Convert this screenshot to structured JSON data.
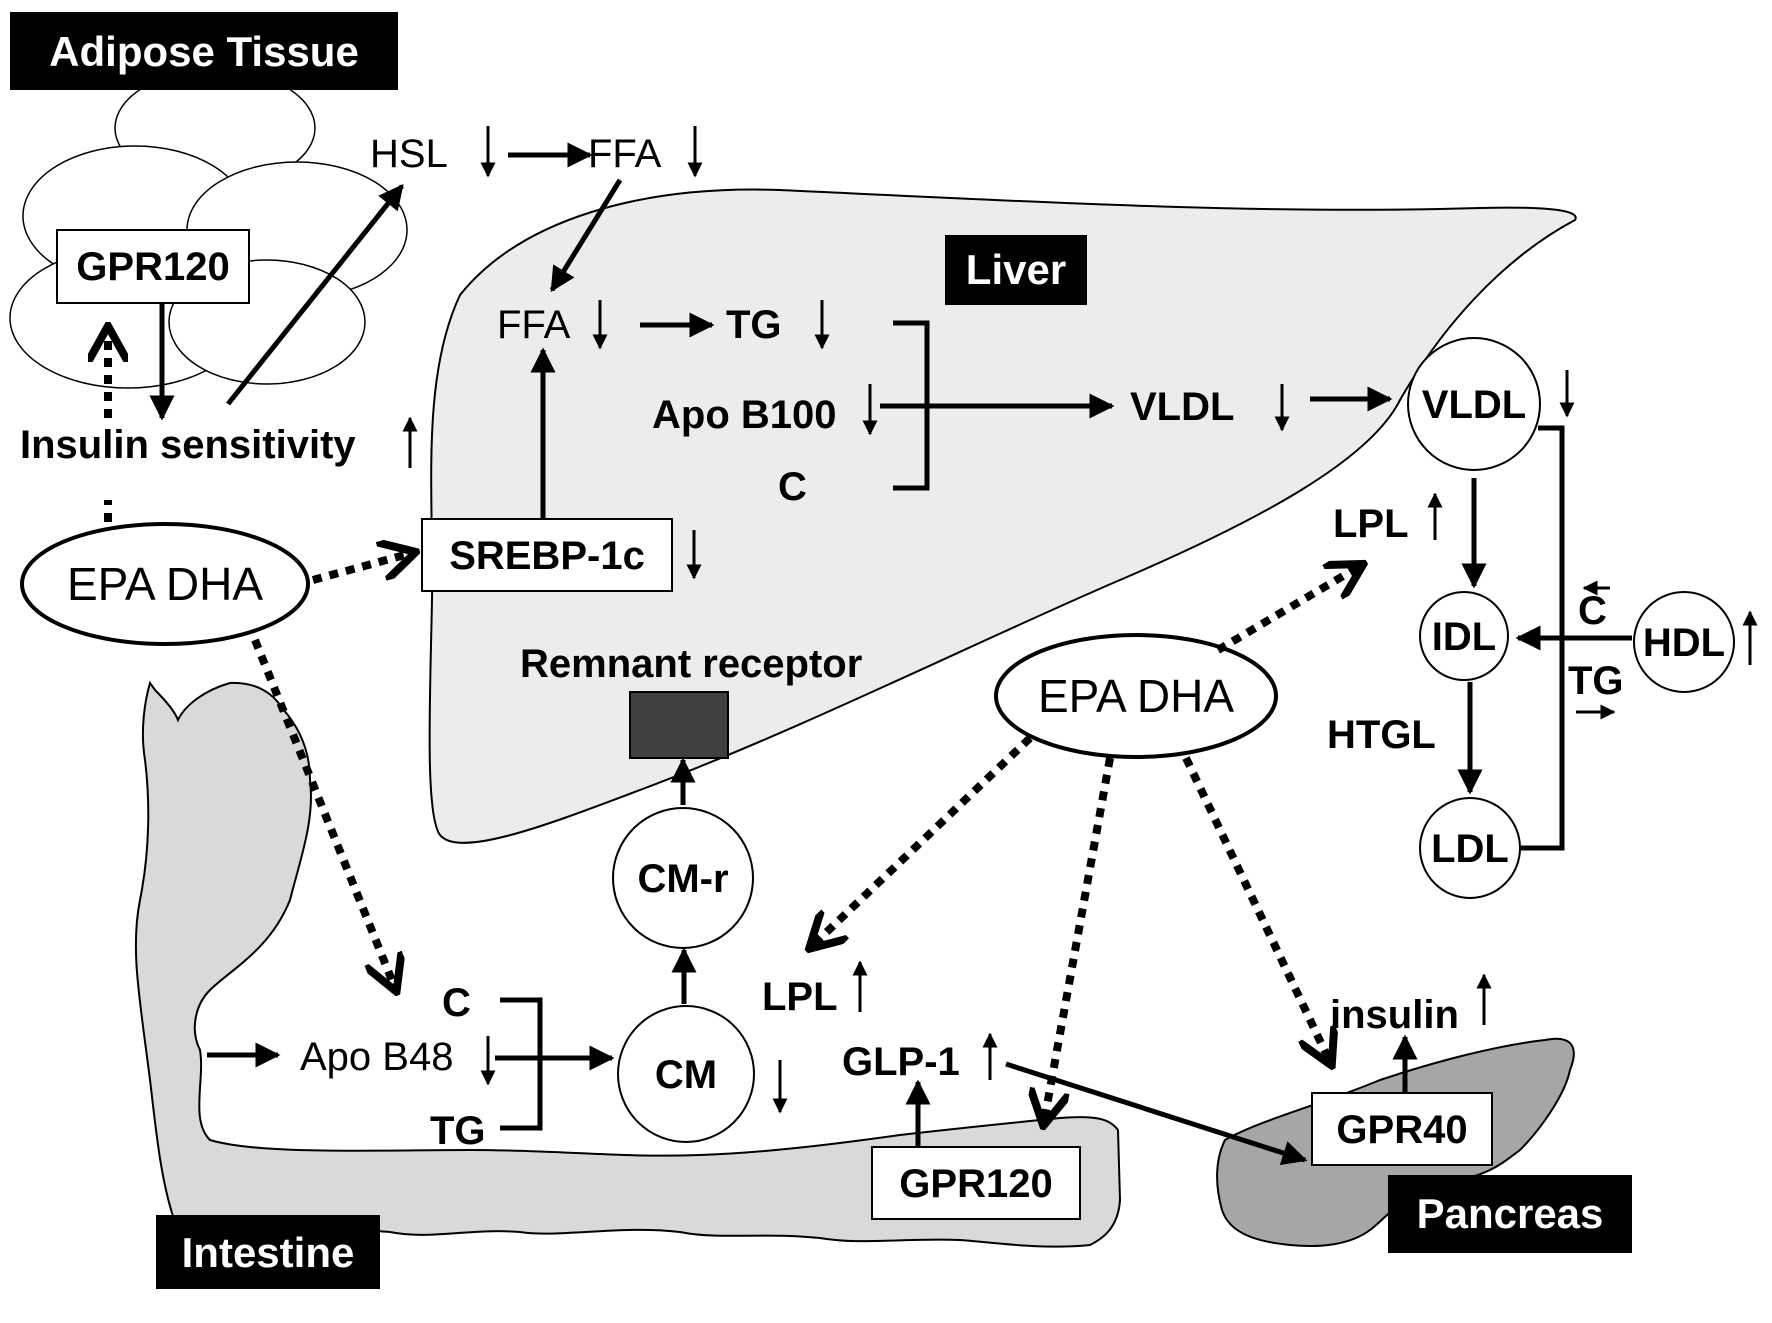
{
  "organs": {
    "adipose": "Adipose Tissue",
    "liver": "Liver",
    "intestine": "Intestine",
    "pancreas": "Pancreas"
  },
  "nodes": {
    "gpr120_adipose": "GPR120",
    "insulin_sensitivity": "Insulin sensitivity",
    "epa_dha_left": "EPA DHA",
    "epa_dha_center": "EPA DHA",
    "hsl": "HSL",
    "ffa_top": "FFA",
    "ffa_liver": "FFA",
    "tg_liver": "TG",
    "apo_b100": "Apo B100",
    "c_liver": "C",
    "vldl_liver": "VLDL",
    "srebp": "SREBP-1c",
    "remnant_receptor": "Remnant receptor",
    "vldl_circle": "VLDL",
    "lpl_right": "LPL",
    "idl": "IDL",
    "hdl": "HDL",
    "ldl": "LDL",
    "htgl": "HTGL",
    "c_exchange": "C",
    "tg_exchange": "TG",
    "cm_r": "CM-r",
    "cm": "CM",
    "c_intestine": "C",
    "apo_b48": "Apo B48",
    "tg_intestine": "TG",
    "lpl_bottom": "LPL",
    "glp1": "GLP-1",
    "gpr120_intestine": "GPR120",
    "insulin": "insulin",
    "gpr40": "GPR40"
  },
  "colors": {
    "organ_fill": "#ececec",
    "intestine_fill": "#d9d9d9",
    "pancreas_fill": "#a6a6a6",
    "receptor_fill": "#404040",
    "label_bg": "#000000"
  }
}
